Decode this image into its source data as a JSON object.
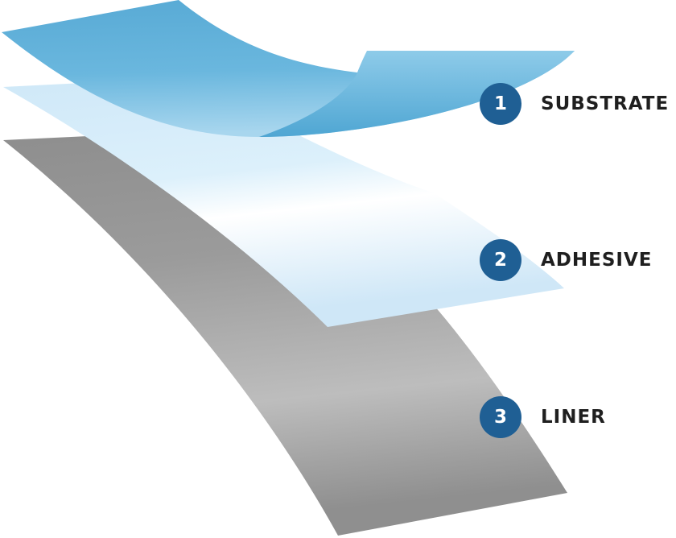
{
  "colors": {
    "badge": "#1f5f94",
    "label_text": "#1f1f1f",
    "substrate": "#62b2d9",
    "adhesive": "#d6edfa",
    "liner": "#a3a3a3"
  },
  "layers": [
    {
      "number": "1",
      "label": "SUBSTRATE"
    },
    {
      "number": "2",
      "label": "ADHESIVE"
    },
    {
      "number": "3",
      "label": "LINER"
    }
  ]
}
